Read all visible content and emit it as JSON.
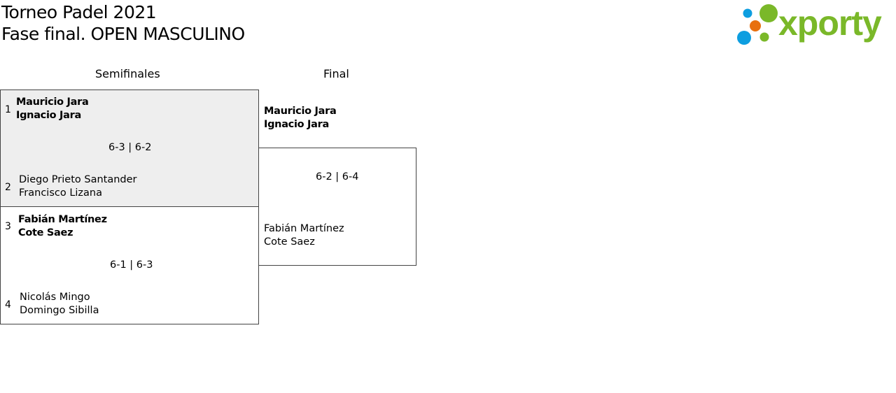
{
  "header": {
    "title": "Torneo Padel 2021",
    "subtitle": "Fase final. OPEN MASCULINO",
    "logo_text": "xporty"
  },
  "rounds": [
    {
      "label": "Semifinales"
    },
    {
      "label": "Final"
    }
  ],
  "semifinals": [
    {
      "top": {
        "seed": "1",
        "p1": "Mauricio Jara",
        "p2": "Ignacio Jara"
      },
      "score": "6-3 | 6-2",
      "bottom": {
        "seed": "2",
        "p1": "Diego Prieto Santander",
        "p2": "Francisco Lizana"
      }
    },
    {
      "top": {
        "seed": "3",
        "p1": "Fabián Martínez",
        "p2": "Cote Saez"
      },
      "score": "6-1 | 6-3",
      "bottom": {
        "seed": "4",
        "p1": "Nicolás Mingo",
        "p2": "Domingo Sibilla"
      }
    }
  ],
  "final": {
    "top": {
      "p1": "Mauricio Jara",
      "p2": "Ignacio Jara"
    },
    "score": "6-2 | 6-4",
    "bottom": {
      "p1": "Fabián Martínez",
      "p2": "Cote Saez"
    }
  },
  "colors": {
    "green": "#7ab829",
    "blue": "#0d9ee0",
    "orange": "#e8700f",
    "highlight": "#eeeeee"
  }
}
